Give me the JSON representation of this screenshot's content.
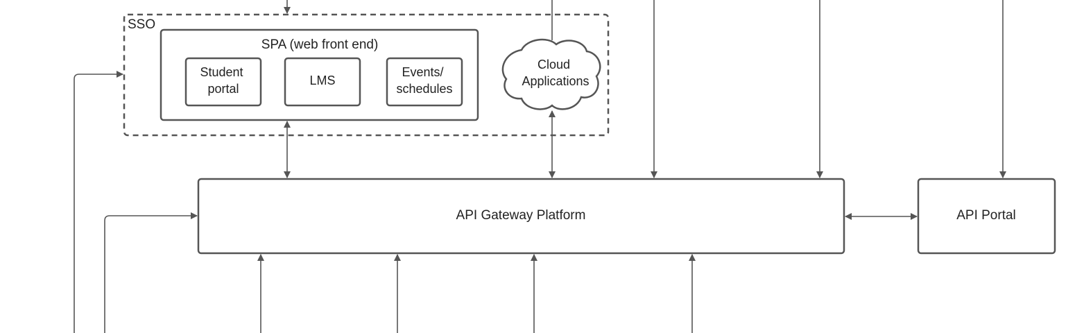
{
  "diagram": {
    "sso_label": "SSO",
    "spa_title": "SPA (web front end)",
    "student_portal": [
      "Student",
      "portal"
    ],
    "lms": "LMS",
    "events": [
      "Events/",
      "schedules"
    ],
    "cloud": [
      "Cloud",
      "Applications"
    ],
    "api_gateway": "API Gateway Platform",
    "api_portal": "API Portal"
  },
  "colors": {
    "stroke": "#555555",
    "text": "#222222",
    "background": "#ffffff"
  }
}
